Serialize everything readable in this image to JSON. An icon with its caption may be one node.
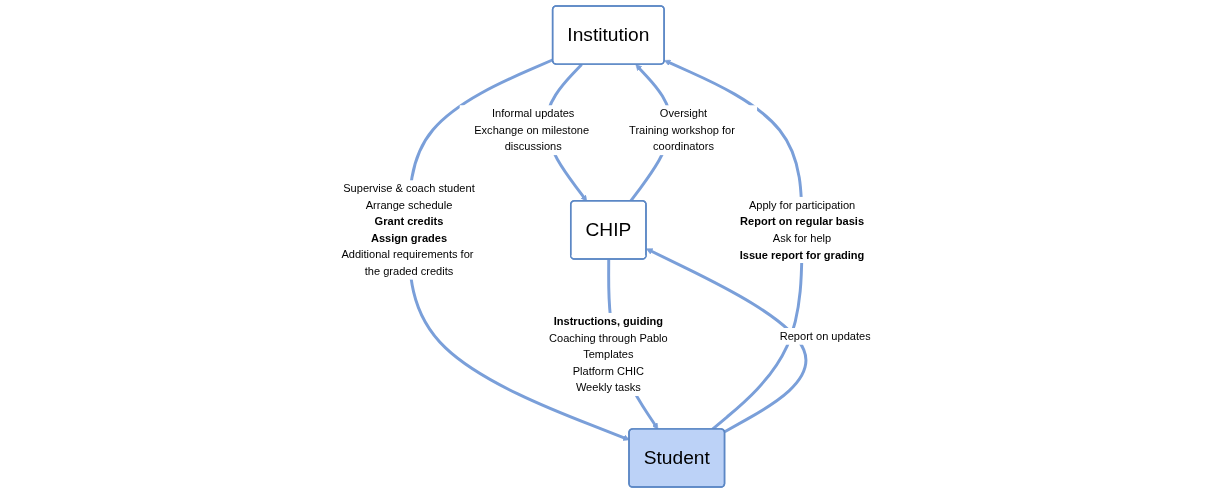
{
  "diagram": {
    "nodes": [
      {
        "text": [
          "Institution"
        ]
      },
      {
        "text": [
          "CHIP"
        ]
      },
      {
        "text": [
          "Student"
        ]
      }
    ],
    "edges": [
      {
        "from": 1,
        "to": 0,
        "arrow": "to",
        "label": [
          "Oversight",
          "Training workshop for coordinators"
        ]
      },
      {
        "from": 0,
        "to": 1,
        "arrow": "to",
        "label": [
          "Informal updates",
          "Exchange on milestone discussions"
        ]
      },
      {
        "from": 0,
        "to": 2,
        "arrow": "to",
        "label": [
          "Supervise & coach student",
          "Arrange schedule",
          "**Grant credits**",
          "**Assign grades**",
          "Additional requirements for the graded credits"
        ]
      },
      {
        "from": 2,
        "to": 0,
        "arrow": "to",
        "label": [
          "Apply for participation",
          "**Report on regular basis**",
          "Ask for help",
          "**Issue report for grading**"
        ]
      },
      {
        "from": 2,
        "to": 1,
        "arrow": "to",
        "label": [
          "Report on updates"
        ]
      },
      {
        "from": 1,
        "to": 2,
        "arrow": "to",
        "label": [
          "**Instructions, guiding**",
          "Coaching through Pablo",
          "Templates",
          "Platform CHIC",
          "Weekly tasks"
        ]
      }
    ]
  }
}
